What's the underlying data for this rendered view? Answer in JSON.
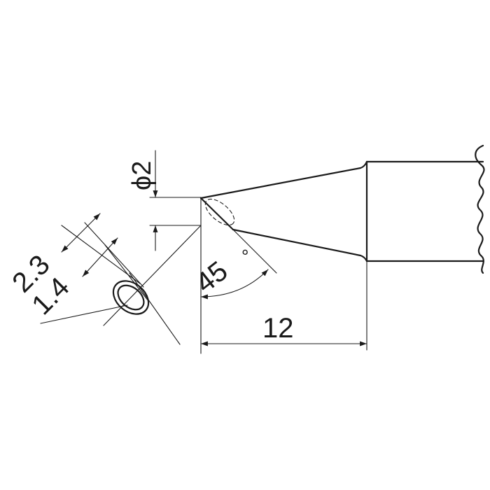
{
  "dimensions": {
    "diameter": "ϕ2",
    "angle": "45",
    "angle_unit": "°",
    "length": "12",
    "width_outer": "2.3",
    "width_inner": "1.4"
  }
}
